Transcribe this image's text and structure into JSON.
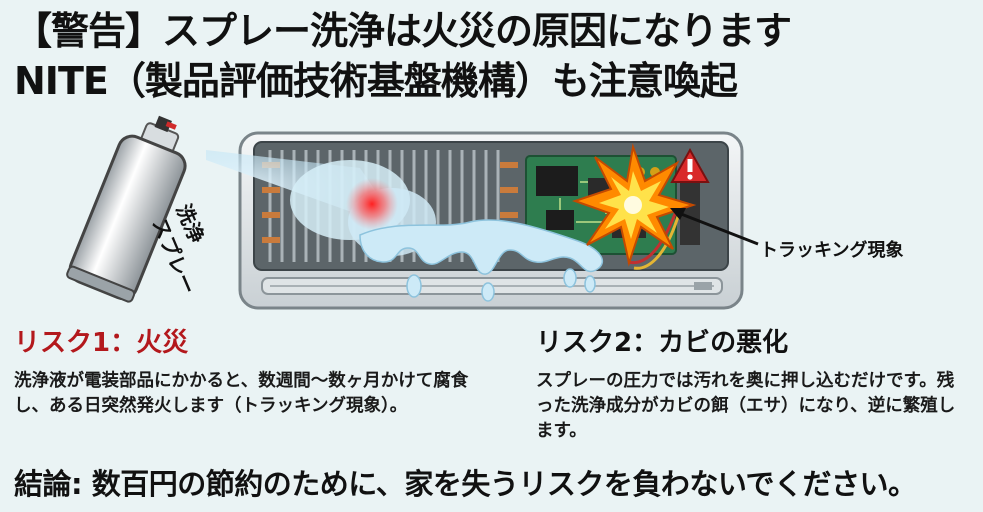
{
  "title": {
    "line1": "【警告】スプレー洗浄は火災の原因になります",
    "line2": "NITE（製品評価技術基盤機構）も注意喚起"
  },
  "illustration": {
    "spray_can_label_1": "洗浄",
    "spray_can_label_2": "スプレー",
    "callout": "トラッキング現象",
    "icons": [
      "spray-can-icon",
      "air-conditioner-icon",
      "explosion-icon",
      "warning-triangle-icon",
      "circuit-board-icon"
    ],
    "colors": {
      "danger": "#b3181c",
      "spark": "#ff8a00",
      "board": "#2e7d4f",
      "mist": "#bfe3f2"
    }
  },
  "risk1": {
    "heading": "リスク1：火災",
    "body": "洗浄液が電装部品にかかると、数週間〜数ヶ月かけて腐食し、ある日突然発火します（トラッキング現象）。"
  },
  "risk2": {
    "heading": "リスク2：カビの悪化",
    "body": "スプレーの圧力では汚れを奥に押し込むだけです。残った洗浄成分がカビの餌（エサ）になり、逆に繁殖します。"
  },
  "conclusion": "結論: 数百円の節約のために、家を失うリスクを負わないでください。"
}
